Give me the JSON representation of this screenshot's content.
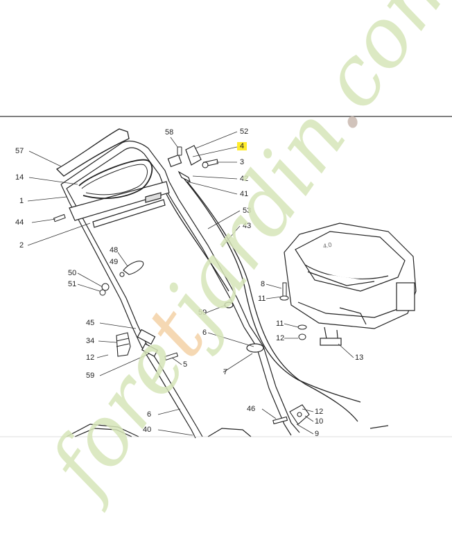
{
  "diagram": {
    "highlighted_part": "4",
    "callouts": [
      {
        "id": "57",
        "label": "57"
      },
      {
        "id": "14",
        "label": "14"
      },
      {
        "id": "1",
        "label": "1"
      },
      {
        "id": "44",
        "label": "44"
      },
      {
        "id": "2",
        "label": "2"
      },
      {
        "id": "58",
        "label": "58"
      },
      {
        "id": "52",
        "label": "52"
      },
      {
        "id": "4",
        "label": "4"
      },
      {
        "id": "3",
        "label": "3"
      },
      {
        "id": "42",
        "label": "42"
      },
      {
        "id": "41",
        "label": "41"
      },
      {
        "id": "53",
        "label": "53"
      },
      {
        "id": "43",
        "label": "43"
      },
      {
        "id": "48",
        "label": "48"
      },
      {
        "id": "49",
        "label": "49"
      },
      {
        "id": "50",
        "label": "50"
      },
      {
        "id": "51",
        "label": "51"
      },
      {
        "id": "8",
        "label": "8"
      },
      {
        "id": "11a",
        "label": "11"
      },
      {
        "id": "59a",
        "label": "59"
      },
      {
        "id": "6a",
        "label": "6"
      },
      {
        "id": "11b",
        "label": "11"
      },
      {
        "id": "12a",
        "label": "12"
      },
      {
        "id": "13",
        "label": "13"
      },
      {
        "id": "45",
        "label": "45"
      },
      {
        "id": "34",
        "label": "34"
      },
      {
        "id": "12b",
        "label": "12"
      },
      {
        "id": "59b",
        "label": "59"
      },
      {
        "id": "5",
        "label": "5"
      },
      {
        "id": "7",
        "label": "7"
      },
      {
        "id": "6b",
        "label": "6"
      },
      {
        "id": "40",
        "label": "40"
      },
      {
        "id": "46",
        "label": "46"
      },
      {
        "id": "12c",
        "label": "12"
      },
      {
        "id": "10",
        "label": "10"
      },
      {
        "id": "9",
        "label": "9"
      }
    ],
    "engine_badge": "4.0"
  },
  "watermark": {
    "text": "foretjardin.com",
    "color": "#d7e6b9",
    "accent_color": "#f4d2a6",
    "dot_color": "#c9b9b0"
  }
}
